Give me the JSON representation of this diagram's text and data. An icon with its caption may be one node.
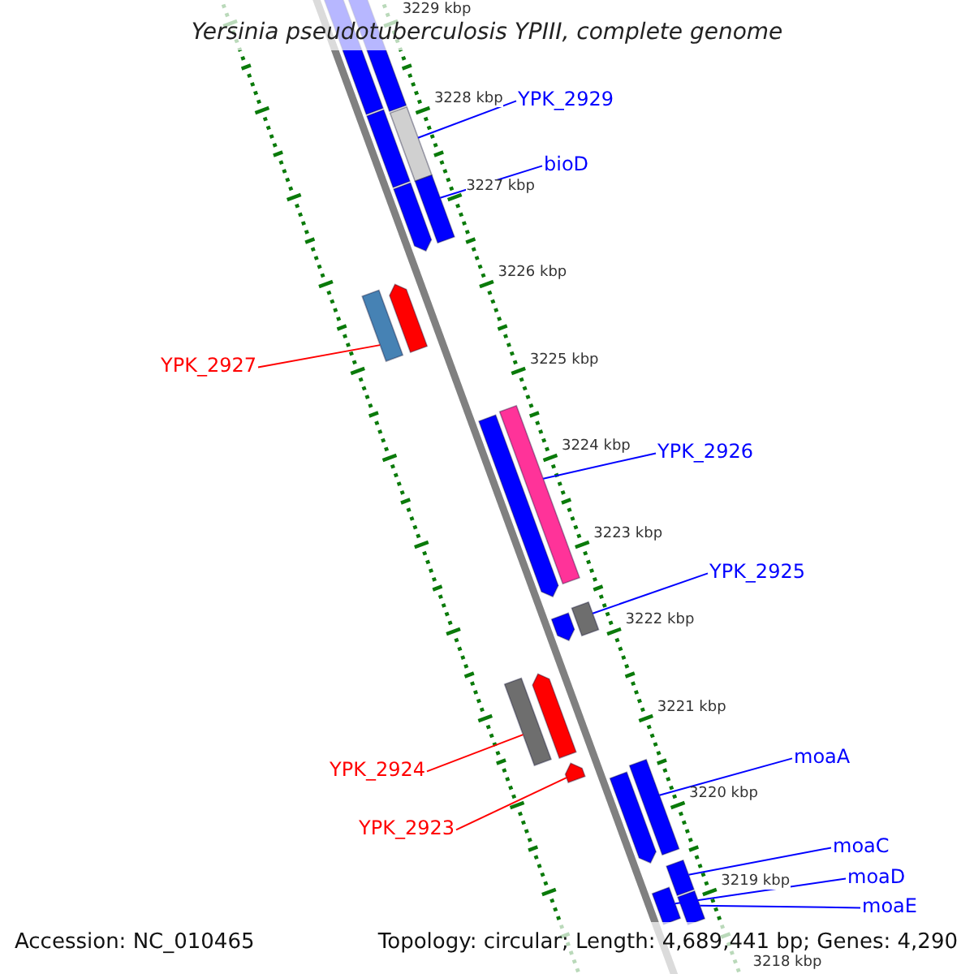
{
  "diagram": {
    "title": "Yersinia pseudotuberculosis YPIII, complete genome",
    "nodes": [
      {
        "text": [
          "YPK_2929"
        ]
      },
      {
        "text": [],
        "shape": "bar"
      },
      {
        "text": [
          "bioD"
        ]
      },
      {
        "text": [],
        "shape": "bar"
      },
      {
        "text": [
          "YPK_2927"
        ]
      },
      {
        "text": [],
        "shape": "bar"
      },
      {
        "text": [
          "YPK_2926"
        ]
      },
      {
        "text": [],
        "shape": "bar"
      },
      {
        "text": [
          "YPK_2925"
        ]
      },
      {
        "text": [],
        "shape": "bar"
      },
      {
        "text": [
          "YPK_2924"
        ]
      },
      {
        "text": [],
        "shape": "bar"
      },
      {
        "text": [
          "YPK_2923"
        ]
      },
      {
        "text": [],
        "shape": "bar"
      },
      {
        "text": [
          "moaA"
        ]
      },
      {
        "text": [],
        "shape": "bar"
      },
      {
        "text": [
          "moaC"
        ]
      },
      {
        "text": [],
        "shape": "bar"
      },
      {
        "text": [
          "moaD"
        ]
      },
      {
        "text": [],
        "shape": "bar"
      },
      {
        "text": [
          "moaE"
        ]
      },
      {
        "text": [],
        "shape": "bar"
      },
      {
        "text": [],
        "shape": "bar"
      },
      {
        "text": [],
        "shape": "bar"
      },
      {
        "text": [],
        "shape": "bar"
      },
      {
        "text": [],
        "shape": "bar"
      },
      {
        "text": [],
        "shape": "bar"
      },
      {
        "text": [],
        "shape": "bar"
      },
      {
        "text": [],
        "shape": "bar"
      },
      {
        "text": [],
        "shape": "bar"
      },
      {
        "text": [],
        "shape": "bar"
      }
    ],
    "edges": [
      {
        "from": 0,
        "to": 1,
        "arrow": "none"
      },
      {
        "from": 2,
        "to": 3,
        "arrow": "none"
      },
      {
        "from": 4,
        "to": 5,
        "arrow": "none",
        "color": "#ff0000"
      },
      {
        "from": 6,
        "to": 7,
        "arrow": "none"
      },
      {
        "from": 8,
        "to": 9,
        "arrow": "none"
      },
      {
        "from": 10,
        "to": 11,
        "arrow": "none",
        "color": "#ff0000"
      },
      {
        "from": 12,
        "to": 13,
        "arrow": "none",
        "color": "#ff0000"
      },
      {
        "from": 14,
        "to": 15,
        "arrow": "none"
      },
      {
        "from": 16,
        "to": 17,
        "arrow": "none"
      },
      {
        "from": 18,
        "to": 19,
        "arrow": "none"
      },
      {
        "from": 20,
        "to": 21,
        "arrow": "none"
      }
    ],
    "labels": [
      "3229 kbp",
      "3228 kbp",
      "3227 kbp",
      "3226 kbp",
      "3225 kbp",
      "3224 kbp",
      "3223 kbp",
      "3222 kbp",
      "3221 kbp",
      "3220 kbp",
      "3219 kbp",
      "3218 kbp",
      "Accession: NC_010465",
      "Topology: circular; Length: 4,689,441 bp; Genes: 4,290"
    ]
  }
}
